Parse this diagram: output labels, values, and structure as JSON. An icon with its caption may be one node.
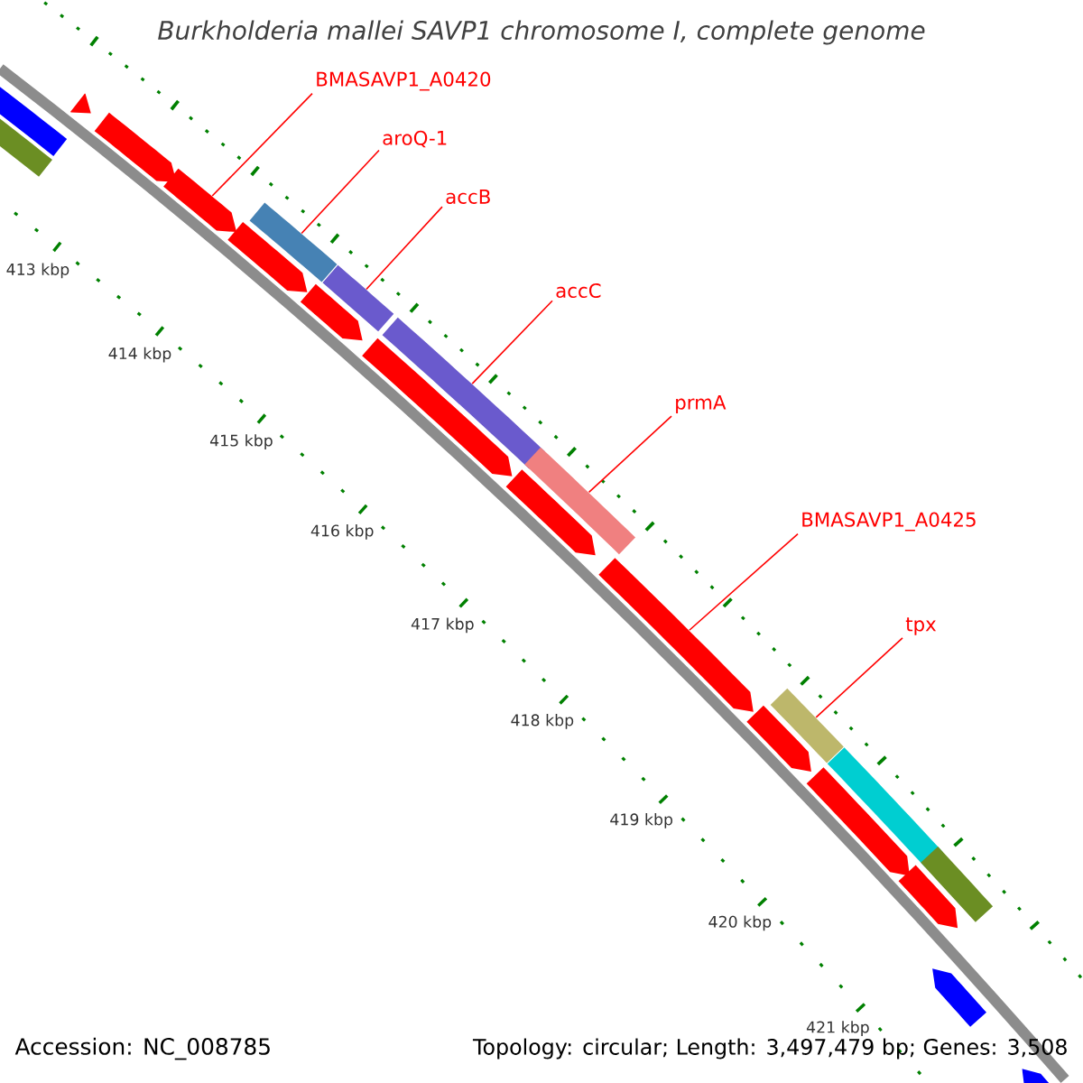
{
  "diagram": {
    "title": "Burkholderia mallei SAVP1 chromosome I, complete genome",
    "nodes": [
      {
        "text": [
          "BMASAVP1_A0420"
        ]
      },
      {
        "text": [
          "aroQ-1"
        ]
      },
      {
        "text": [
          "accB"
        ]
      },
      {
        "text": [
          "accC"
        ]
      },
      {
        "text": [
          "prmA"
        ]
      },
      {
        "text": [
          "BMASAVP1_A0425"
        ]
      },
      {
        "text": [
          "tpx"
        ]
      },
      {
        "text": [],
        "shape": "bar"
      },
      {
        "text": [],
        "shape": "bar"
      },
      {
        "text": [],
        "shape": "pentagon"
      },
      {
        "text": [],
        "shape": "pentagon"
      },
      {
        "text": [],
        "shape": "pentagon"
      },
      {
        "text": [],
        "shape": "pentagon"
      },
      {
        "text": [],
        "shape": "bar"
      },
      {
        "text": [],
        "shape": "pentagon"
      },
      {
        "text": [],
        "shape": "bar"
      },
      {
        "text": [],
        "shape": "pentagon"
      },
      {
        "text": [],
        "shape": "bar"
      },
      {
        "text": [],
        "shape": "pentagon"
      },
      {
        "text": [],
        "shape": "bar"
      },
      {
        "text": [],
        "shape": "pentagon"
      },
      {
        "text": [],
        "shape": "pentagon"
      },
      {
        "text": [],
        "shape": "bar"
      },
      {
        "text": [],
        "shape": "pentagon"
      },
      {
        "text": [],
        "shape": "bar"
      },
      {
        "text": [],
        "shape": "pentagon"
      },
      {
        "text": [],
        "shape": "bar"
      },
      {
        "text": [],
        "shape": "pentagon"
      },
      {
        "text": [],
        "shape": "pentagon"
      }
    ],
    "edges": [
      {
        "from": 0,
        "to": 11,
        "arrow": "none"
      },
      {
        "from": 1,
        "to": 13,
        "arrow": "none"
      },
      {
        "from": 2,
        "to": 15,
        "arrow": "none"
      },
      {
        "from": 3,
        "to": 17,
        "arrow": "none"
      },
      {
        "from": 4,
        "to": 19,
        "arrow": "none"
      },
      {
        "from": 5,
        "to": 20,
        "arrow": "none"
      },
      {
        "from": 6,
        "to": 22,
        "arrow": "none"
      }
    ],
    "labels": [
      "413 kbp",
      "414 kbp",
      "415 kbp",
      "416 kbp",
      "417 kbp",
      "418 kbp",
      "419 kbp",
      "420 kbp",
      "421 kbp",
      "Accession: NC_008785",
      "Topology: circular; Length: 3,497,479 bp; Genes: 3,508"
    ]
  }
}
